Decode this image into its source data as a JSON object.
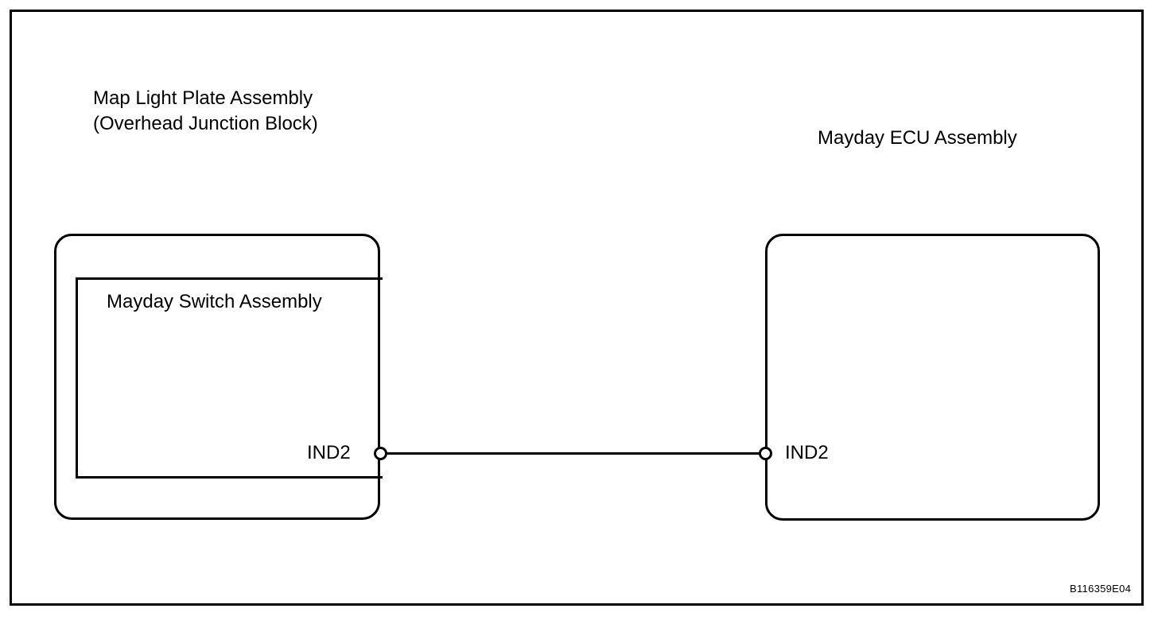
{
  "figure": {
    "code": "B116359E04",
    "components": {
      "map_light_plate": {
        "line1": "Map Light Plate Assembly",
        "line2": "(Overhead Junction Block)"
      },
      "mayday_switch": {
        "label": "Mayday Switch Assembly"
      },
      "mayday_ecu": {
        "label": "Mayday ECU Assembly"
      }
    },
    "connector": {
      "left_pin": "IND2",
      "right_pin": "IND2"
    },
    "colors": {
      "line": "#000000",
      "background": "#ffffff"
    }
  }
}
